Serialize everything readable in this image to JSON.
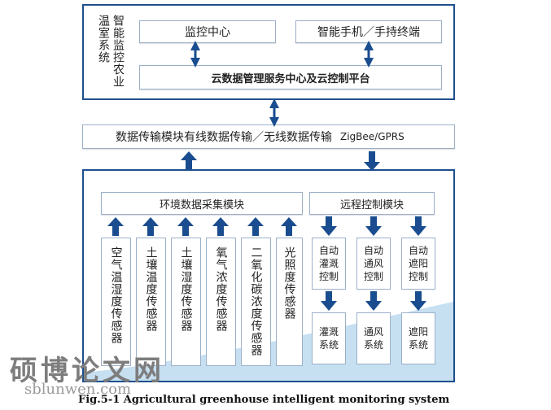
{
  "cloud": {
    "title": "智能监控农业温室系统",
    "monitor_center": "监控中心",
    "mobile_terminal": "智能手机／手持终端",
    "cloud_platform": "云数据管理服务中心及云控制平台"
  },
  "transport": {
    "label": "数据传输模块有线数据传输／无线数据传输",
    "protocol": "ZigBee/GPRS"
  },
  "field": {
    "env_module": "环境数据采集模块",
    "remote_module": "远程控制模块",
    "sensors": [
      "空气温湿度传感器",
      "土壤温度传感器",
      "土壤湿度传感器",
      "氧气浓度传感器",
      "二氧化碳浓度传感器",
      "光照度传感器"
    ],
    "controls": [
      "自动灌溉控制",
      "自动通风控制",
      "自动遮阳控制"
    ],
    "systems": [
      "灌溉系统",
      "通风系统",
      "遮阳系统"
    ]
  },
  "watermark": {
    "cn": "硕博论文网",
    "url": "sblunwen.com"
  },
  "caption": "Fig.5-1 Agricultural greenhouse intelligent monitoring system",
  "colors": {
    "border": "#1f4f8f",
    "arrow": "#1a4d8f",
    "wave": "#bcd9ee"
  }
}
